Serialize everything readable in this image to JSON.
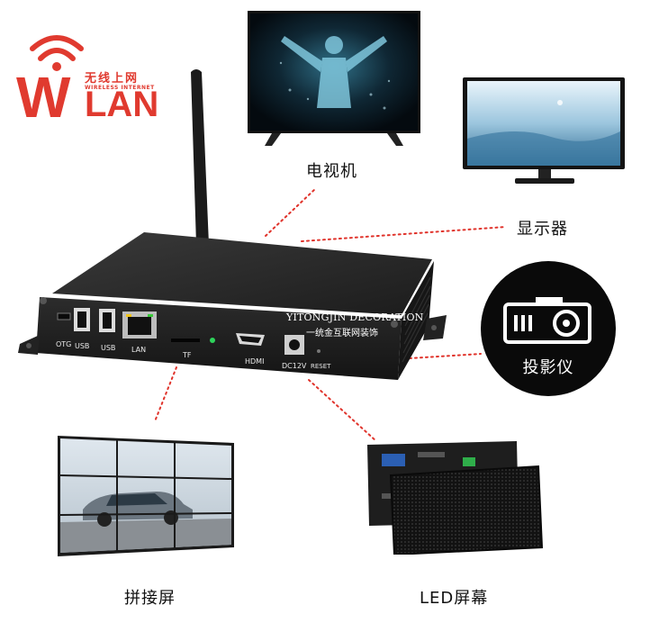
{
  "wlan_logo": {
    "chinese": "无线上网",
    "english": "WIRELESS INTERNET",
    "big_w": "W",
    "big_lan": "LAN",
    "color": "#e03a2f"
  },
  "labels": {
    "tv": "电视机",
    "monitor": "显示器",
    "projector": "投影仪",
    "splice_screen": "拼接屏",
    "led_screen": "LED屏幕"
  },
  "device_ports": {
    "otg": "OTG",
    "usb1": "USB",
    "usb2": "USB",
    "lan": "LAN",
    "tf": "TF",
    "hdmi": "HDMI",
    "dc": "DC12V",
    "reset": "RESET"
  },
  "watermark": {
    "title": "YITONGJIN DECORATION",
    "subtitle": "一统金互联网装饰"
  },
  "colors": {
    "dotted_line": "#e0332b",
    "device_body": "#2a2a2a",
    "projector_bg": "#0a0a0a"
  }
}
